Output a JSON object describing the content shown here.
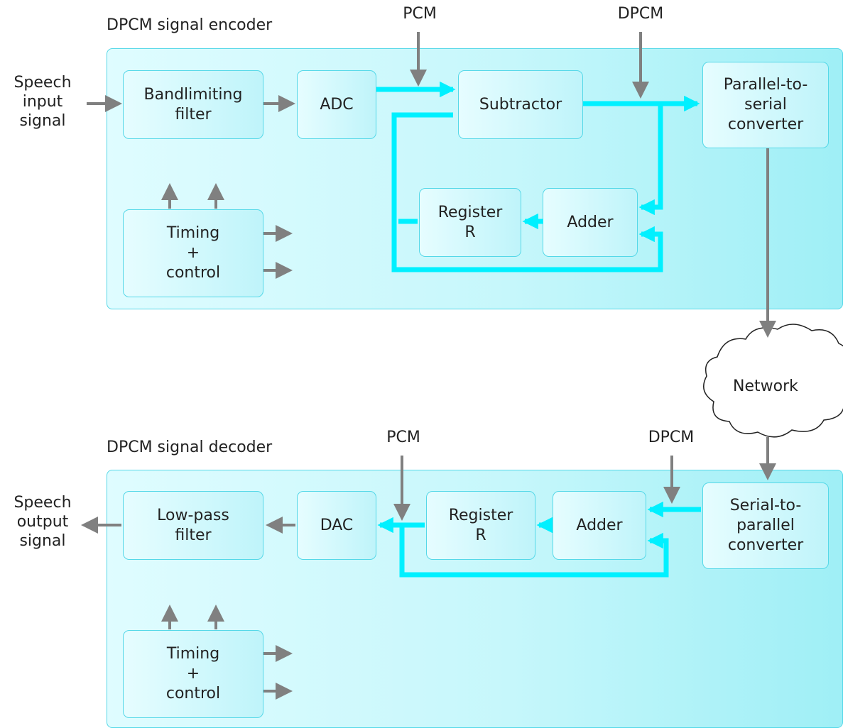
{
  "encoder": {
    "title": "DPCM signal encoder",
    "input_label": "Speech\ninput\nsignal",
    "pcm_label": "PCM",
    "dpcm_label": "DPCM",
    "bandlimiting_filter": "Bandlimiting\nfilter",
    "adc": "ADC",
    "subtractor": "Subtractor",
    "parallel_to_serial": "Parallel-to-\nserial\nconverter",
    "register": "Register\nR",
    "adder": "Adder",
    "timing_control": "Timing\n+\ncontrol"
  },
  "network_label": "Network",
  "decoder": {
    "title": "DPCM signal decoder",
    "output_label": "Speech\noutput\nsignal",
    "pcm_label": "PCM",
    "dpcm_label": "DPCM",
    "low_pass_filter": "Low-pass\nfilter",
    "dac": "DAC",
    "register": "Register\nR",
    "adder": "Adder",
    "serial_to_parallel": "Serial-to-\nparallel\nconverter",
    "timing_control": "Timing\n+\ncontrol"
  },
  "colors": {
    "data_path": "#00f0ff",
    "signal_arrow": "#808080",
    "panel_border": "#55d8e8"
  }
}
